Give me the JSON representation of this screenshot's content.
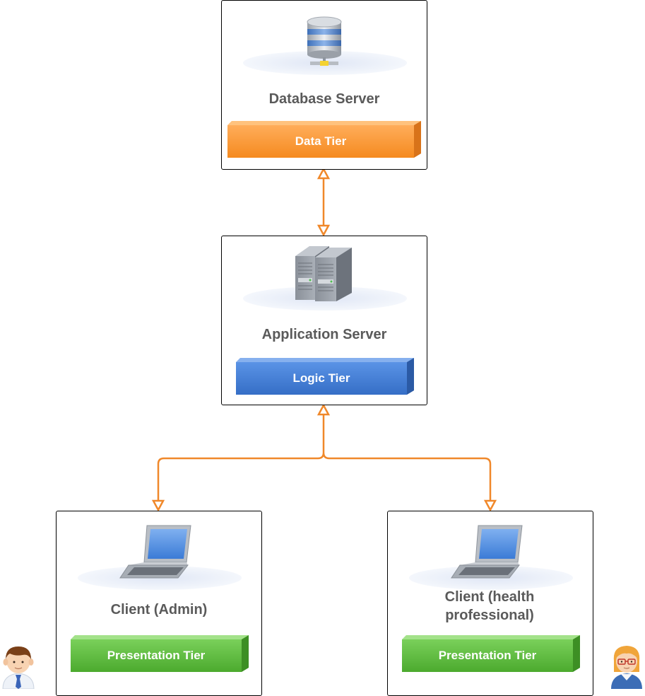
{
  "nodes": {
    "database": {
      "title": "Database Server",
      "tier": "Data Tier",
      "color": "#ff9a3c",
      "icon": "database-icon"
    },
    "application": {
      "title": "Application Server",
      "tier": "Logic Tier",
      "color": "#3f7fd8",
      "icon": "server-icon"
    },
    "client_admin": {
      "title": "Client (Admin)",
      "tier": "Presentation Tier",
      "color": "#5cbd3c",
      "icon": "laptop-icon"
    },
    "client_health": {
      "title_line1": "Client (health",
      "title_line2": "professional)",
      "tier": "Presentation Tier",
      "color": "#5cbd3c",
      "icon": "laptop-icon"
    }
  },
  "connectors": {
    "color": "#f0882a",
    "style": "open-arrowheads-both-ends"
  },
  "actors": {
    "left": "male-user-icon",
    "right": "female-user-icon"
  }
}
